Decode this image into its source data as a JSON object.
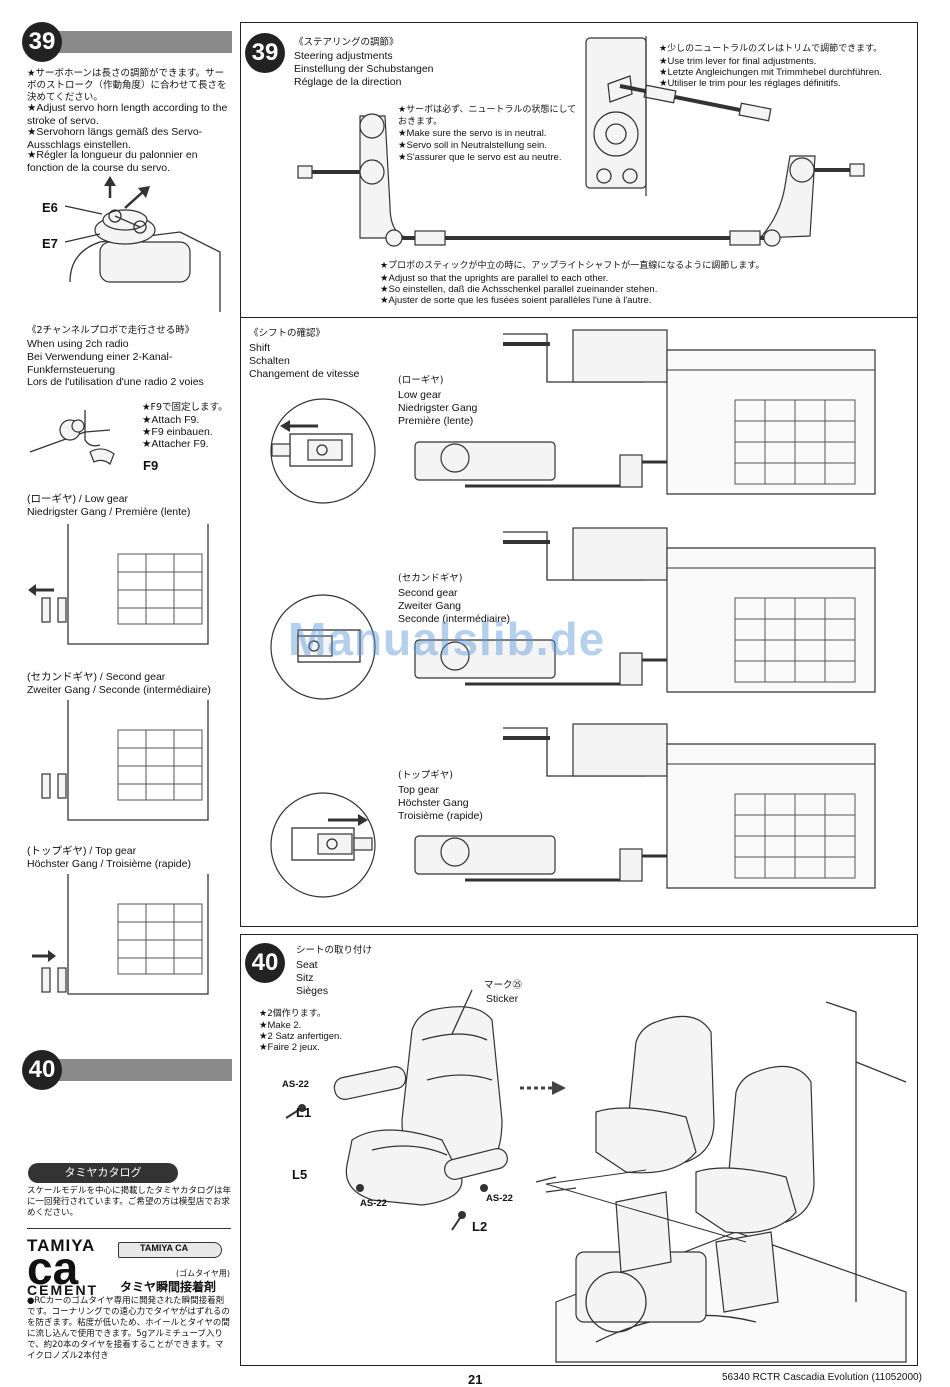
{
  "left": {
    "step39": {
      "number": "39",
      "jp": "★サーボホーンは長さの調節ができます。サーボのストローク（作動角度）に合わせて長さを決めてください。",
      "en": "★Adjust servo horn length according to the stroke of servo.",
      "de": "★Servohorn längs gemäß des Servo-Ausschlags einstellen.",
      "fr": "★Régler la longueur du palonnier en fonction de la course du servo.",
      "labels": {
        "e6": "E6",
        "e7": "E7"
      }
    },
    "twoch": {
      "jp": "《2チャンネルプロポで走行させる時》",
      "en": "When using 2ch radio",
      "de": "Bei Verwendung einer 2-Kanal-Funkfernsteuerung",
      "fr": "Lors de l'utilisation d'une radio 2 voies",
      "note_jp": "★F9で固定します。",
      "note_en": "★Attach F9.",
      "note_de": "★F9 einbauen.",
      "note_fr": "★Attacher F9.",
      "label_f9": "F9"
    },
    "gears": [
      {
        "title_jp": "(ローギヤ) / Low gear",
        "title_2": "Niedrigster Gang / Première (lente)"
      },
      {
        "title_jp": "(セカンドギヤ) / Second gear",
        "title_2": "Zweiter Gang / Seconde (intermédiaire)"
      },
      {
        "title_jp": "(トップギヤ) / Top gear",
        "title_2": "Höchster Gang / Troisième (rapide)"
      }
    ],
    "step40": {
      "number": "40"
    },
    "catalog": {
      "heading": "タミヤカタログ",
      "text": "スケールモデルを中心に掲載したタミヤカタログは年に一回発行されています。ご希望の方は模型店でお求めください。"
    },
    "cement": {
      "brand1": "TAMIYA",
      "brand2": "ca",
      "brand3": "CEMENT",
      "tube_label": "TAMIYA CA",
      "sub_jp": "(ゴムタイヤ用)",
      "title_jp": "タミヤ瞬間接着剤",
      "text": "●RCカーのゴムタイヤ専用に開発された瞬間接着剤です。コーナリングでの遠心力でタイヤがはずれるのを防ぎます。粘度が低いため、ホイールとタイヤの間に流し込んで使用できます。5gアルミチューブ入りで、約20本のタイヤを接着することができます。マイクロノズル2本付き"
    }
  },
  "right": {
    "step39": {
      "number": "39",
      "title_jp": "《ステアリングの調節》",
      "title_en": "Steering adjustments",
      "title_de": "Einstellung der Schubstangen",
      "title_fr": "Réglage de la direction",
      "servo_note": [
        "★サーボは必ず、ニュートラルの状態にしておきます。",
        "★Make sure the servo is in neutral.",
        "★Servo soll in Neutralstellung sein.",
        "★S'assurer que le servo est au neutre."
      ],
      "trim_note": [
        "★少しのニュートラルのズレはトリムで調節できます。",
        "★Use trim lever for final adjustments.",
        "★Letzte Angleichungen mit Trimmhebel durchführen.",
        "★Utiliser le trim pour les réglages définitifs."
      ],
      "upright_note": [
        "★プロポのスティックが中立の時に、アップライトシャフトが一直線になるように調節します。",
        "★Adjust so that the uprights are parallel to each other.",
        "★So einstellen, daß die Achsschenkel parallel zueinander stehen.",
        "★Ajuster de sorte que les fusées soient parallèles l'une à l'autre."
      ]
    },
    "shift": {
      "title_jp": "《シフトの確認》",
      "title_en": "Shift",
      "title_de": "Schalten",
      "title_fr": "Changement de vitesse",
      "gears": [
        {
          "jp": "(ローギヤ)",
          "en": "Low gear",
          "de": "Niedrigster Gang",
          "fr": "Première (lente)"
        },
        {
          "jp": "(セカンドギヤ)",
          "en": "Second gear",
          "de": "Zweiter Gang",
          "fr": "Seconde (intermédiaire)"
        },
        {
          "jp": "(トップギヤ)",
          "en": "Top gear",
          "de": "Höchster Gang",
          "fr": "Troisième (rapide)"
        }
      ]
    },
    "step40": {
      "number": "40",
      "title_jp": "シートの取り付け",
      "title_en": "Seat",
      "title_de": "Sitz",
      "title_fr": "Sièges",
      "make": [
        "★2個作ります。",
        "★Make 2.",
        "★2 Satz anfertigen.",
        "★Faire 2 jeux."
      ],
      "marker": "マーク㉕",
      "sticker": "Sticker",
      "labels": {
        "as22a": "AS-22",
        "as22b": "AS-22",
        "as22c": "AS-22",
        "l1": "L1",
        "l2": "L2",
        "l5": "L5"
      }
    }
  },
  "watermark": "Manualslib.de",
  "footer": {
    "page": "21",
    "code": "56340 RCTR Cascadia Evolution (11052000)"
  }
}
